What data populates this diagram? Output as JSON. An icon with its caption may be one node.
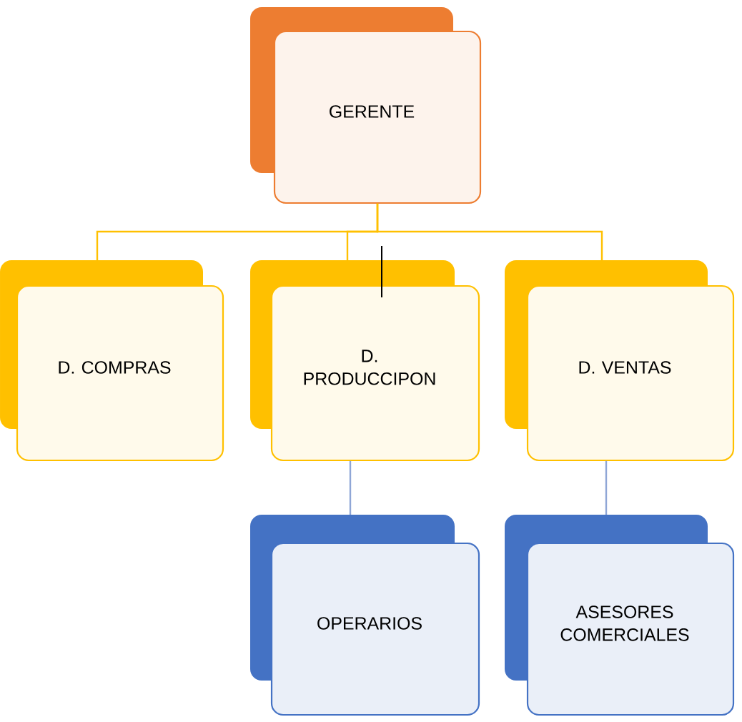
{
  "diagram": {
    "nodes": [
      {
        "text": [
          "GERENTE"
        ]
      },
      {
        "text": [
          "D. COMPRAS"
        ]
      },
      {
        "text": [
          "D. PRODUCCIPON"
        ]
      },
      {
        "text": [
          "D. VENTAS"
        ]
      },
      {
        "text": [
          "OPERARIOS"
        ]
      },
      {
        "text": [
          "ASESORES COMERCIALES"
        ]
      }
    ],
    "edges": [
      {
        "from": 0,
        "to": 1,
        "arrow": "none"
      },
      {
        "from": 0,
        "to": 2,
        "arrow": "none"
      },
      {
        "from": 0,
        "to": 3,
        "arrow": "none"
      },
      {
        "from": 2,
        "to": 4,
        "arrow": "none",
        "color": "#8fa6d6"
      },
      {
        "from": 3,
        "to": 5,
        "arrow": "none",
        "color": "#8fa6d6"
      }
    ]
  }
}
